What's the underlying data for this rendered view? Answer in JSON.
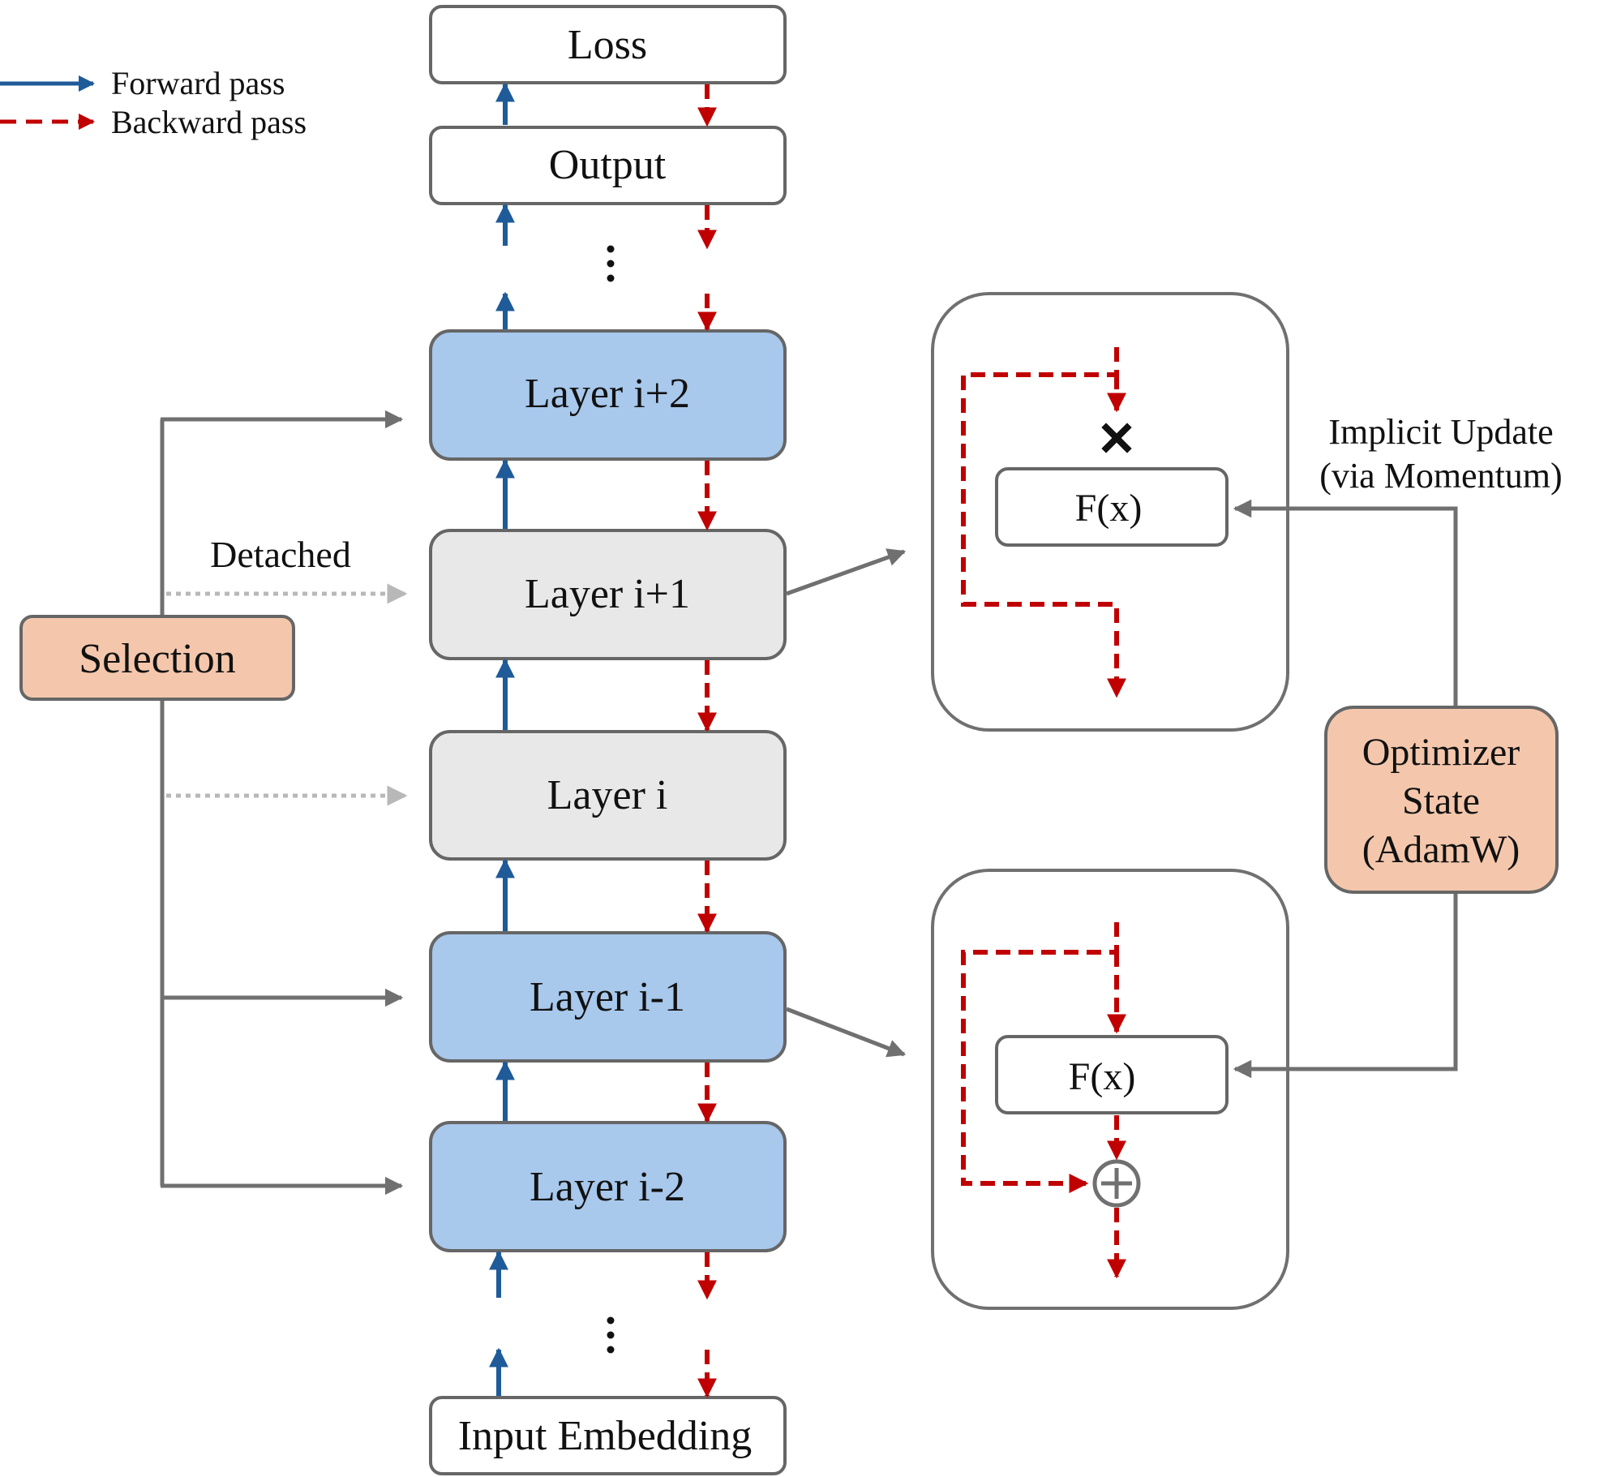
{
  "legend": {
    "forward_label": "Forward pass",
    "backward_label": "Backward pass"
  },
  "stack": {
    "loss": "Loss",
    "output": "Output",
    "layer_i_plus_2": "Layer i+2",
    "layer_i_plus_1": "Layer i+1",
    "layer_i": "Layer i",
    "layer_i_minus_1": "Layer i-1",
    "layer_i_minus_2": "Layer i-2",
    "input_embedding": "Input Embedding"
  },
  "selection": {
    "label": "Selection",
    "detached_label": "Detached"
  },
  "detail_top": {
    "fx_label": "F(x)"
  },
  "detail_bottom": {
    "fx_label": "F(x)"
  },
  "optimizer": {
    "line1": "Optimizer",
    "line2": "State",
    "line3": "(AdamW)"
  },
  "implicit_update": {
    "line1": "Implicit Update",
    "line2": "(via Momentum)"
  },
  "colors": {
    "forward": "#1f5b99",
    "backward": "#c00000",
    "trainable_fill": "#a8c8ec",
    "frozen_fill": "#e8e8e8",
    "selection_fill": "#f4c7ac",
    "border": "#666666",
    "connector": "#707070",
    "detached": "#b8b8b8"
  }
}
